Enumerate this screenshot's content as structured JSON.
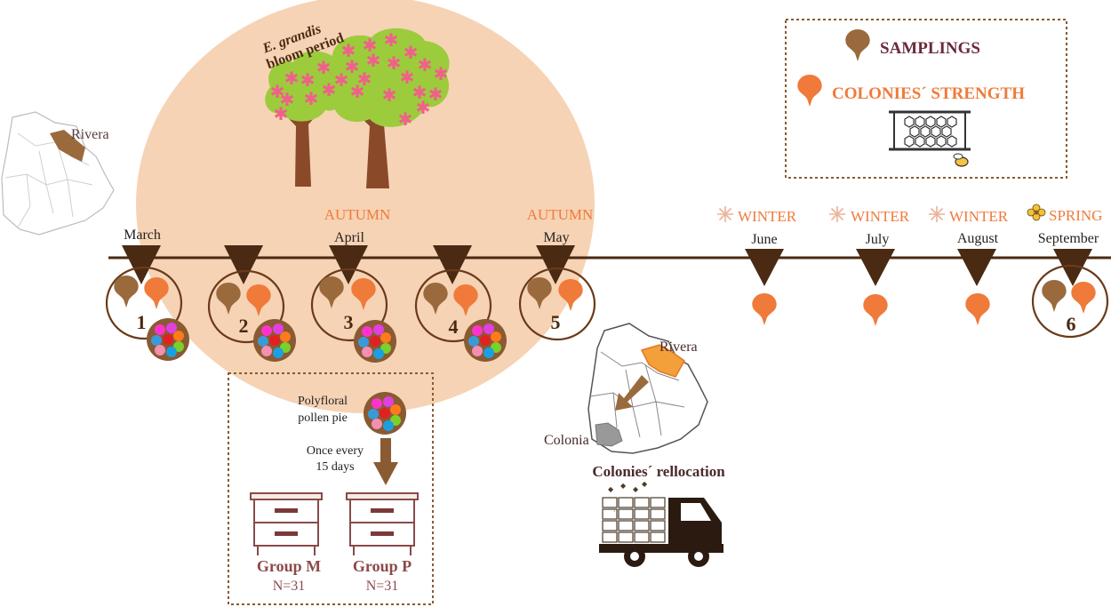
{
  "colors": {
    "brown_dark": "#4a2a12",
    "brown_mid": "#8a5a32",
    "orange": "#f07a3a",
    "peach": "#f6d3b4",
    "green": "#9ccc3c",
    "pink": "#f0608a",
    "wine": "#7a3a4a",
    "sample_pin": "#9a6a3c"
  },
  "bloom": {
    "line1": "E. grandis",
    "line2": "bloom period"
  },
  "map_small": {
    "label": "Rivera"
  },
  "map_large": {
    "label_top": "Rivera",
    "label_bottom": "Colonia",
    "caption": "Colonies´ rellocation"
  },
  "legend": {
    "samplings": "SAMPLINGS",
    "strength": "COLONIES´ STRENGTH"
  },
  "timeline": {
    "months": [
      "March",
      "April",
      "May",
      "June",
      "July",
      "August",
      "September"
    ],
    "seasons": [
      "AUTUMN",
      "AUTUMN",
      "WINTER",
      "WINTER",
      "WINTER",
      "SPRING"
    ],
    "samplings": [
      "1",
      "2",
      "3",
      "4",
      "5",
      "6"
    ]
  },
  "feeding": {
    "pie_label_line1": "Polyfloral",
    "pie_label_line2": "pollen pie",
    "freq_line1": "Once every",
    "freq_line2": "15 days",
    "group_m": "Group M",
    "group_m_n": "N=31",
    "group_p": "Group P",
    "group_p_n": "N=31"
  }
}
